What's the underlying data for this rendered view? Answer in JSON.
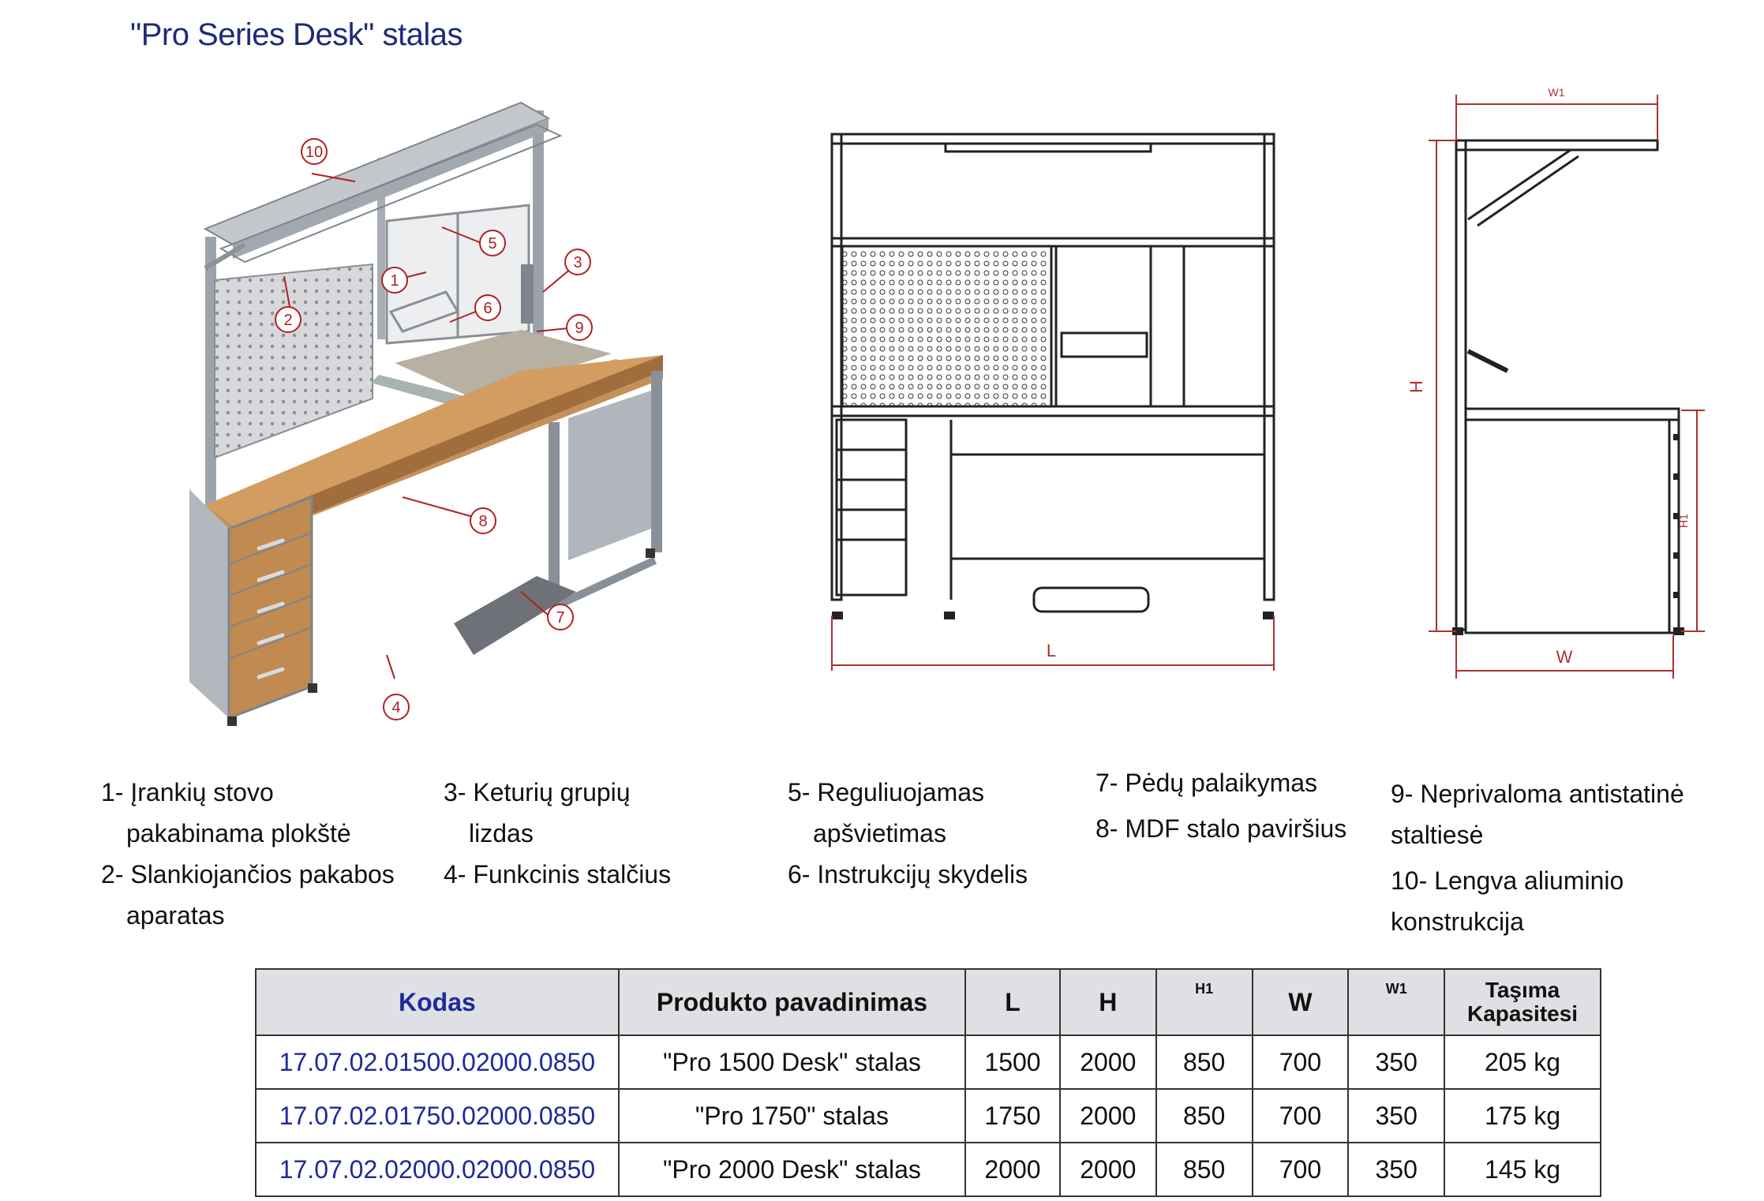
{
  "title": "\"Pro Series Desk\" stalas",
  "drawing": {
    "callouts": [
      "1",
      "2",
      "3",
      "4",
      "5",
      "6",
      "7",
      "8",
      "9",
      "10"
    ],
    "dims": {
      "L": "L",
      "H": "H",
      "H1": "H1",
      "W": "W",
      "W1": "W1"
    }
  },
  "legend": {
    "col1": [
      {
        "line1": "1- Įrankių stovo",
        "line2": "pakabinama plokštė"
      },
      {
        "line1": "2- Slankiojančios pakabos",
        "line2": "aparatas"
      }
    ],
    "col2": [
      {
        "line1": "3- Keturių grupių",
        "line2": "lizdas"
      },
      {
        "line1": "4- Funkcinis stalčius",
        "line2": ""
      }
    ],
    "col3": [
      {
        "line1": "5- Reguliuojamas",
        "line2": "apšvietimas"
      },
      {
        "line1": "6- Instrukcijų skydelis",
        "line2": ""
      }
    ],
    "col4": [
      {
        "line1": "7- Pėdų palaikymas"
      },
      {
        "line1": "8- MDF stalo paviršius"
      }
    ],
    "col5": [
      {
        "line1": "9- Neprivaloma antistatinė staltiesė"
      },
      {
        "line1": "10- Lengva aliuminio konstrukcija"
      }
    ]
  },
  "table": {
    "headers": {
      "kodas": "Kodas",
      "name": "Produkto pavadinimas",
      "L": "L",
      "H": "H",
      "H1": "H1",
      "W": "W",
      "W1": "W1",
      "cap1": "Taşıma",
      "cap2": "Kapasitesi"
    },
    "rows": [
      {
        "code": "17.07.02.01500.02000.0850",
        "name": "\"Pro 1500 Desk\" stalas",
        "L": "1500",
        "H": "2000",
        "H1": "850",
        "W": "700",
        "W1": "350",
        "cap": "205 kg"
      },
      {
        "code": "17.07.02.01750.02000.0850",
        "name": "\"Pro 1750\" stalas",
        "L": "1750",
        "H": "2000",
        "H1": "850",
        "W": "700",
        "W1": "350",
        "cap": "175 kg"
      },
      {
        "code": "17.07.02.02000.02000.0850",
        "name": "\"Pro 2000 Desk\" stalas",
        "L": "2000",
        "H": "2000",
        "H1": "850",
        "W": "700",
        "W1": "350",
        "cap": "145 kg"
      }
    ]
  }
}
